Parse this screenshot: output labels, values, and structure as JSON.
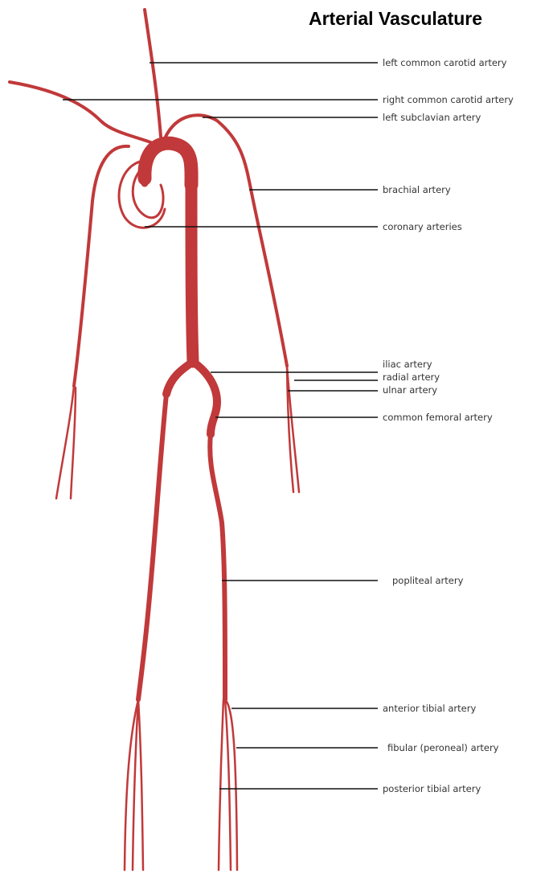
{
  "title": "Arterial Vasculature",
  "colors": {
    "artery": "#c1393a",
    "artery_dark": "#a82a2c",
    "leader": "#111111"
  },
  "labels": {
    "left_common_carotid": "left common carotid artery",
    "right_common_carotid": "right common carotid artery",
    "left_subclavian": "left subclavian artery",
    "brachial": "brachial artery",
    "coronary": "coronary arteries",
    "iliac": "iliac artery",
    "radial": "radial artery",
    "ulnar": "ulnar artery",
    "common_femoral": "common femoral artery",
    "popliteal": "popliteal artery",
    "anterior_tibial": "anterior tibial artery",
    "fibular": "fibular (peroneal) artery",
    "posterior_tibial": "posterior tibial artery"
  }
}
